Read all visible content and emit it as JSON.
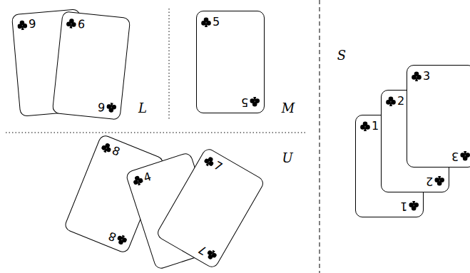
{
  "diagram": {
    "nodes": [
      {
        "text": [
          "9"
        ]
      },
      {
        "text": [
          "6",
          "6"
        ]
      },
      {
        "text": [
          "5",
          "5"
        ]
      },
      {
        "text": [
          "8",
          "8"
        ]
      },
      {
        "text": [
          "4"
        ]
      },
      {
        "text": [
          "7",
          "7"
        ]
      },
      {
        "text": [
          "1",
          "1"
        ]
      },
      {
        "text": [
          "2",
          "2"
        ]
      },
      {
        "text": [
          "3",
          "3"
        ]
      }
    ],
    "labels": [
      "L",
      "M",
      "U",
      "S"
    ]
  }
}
